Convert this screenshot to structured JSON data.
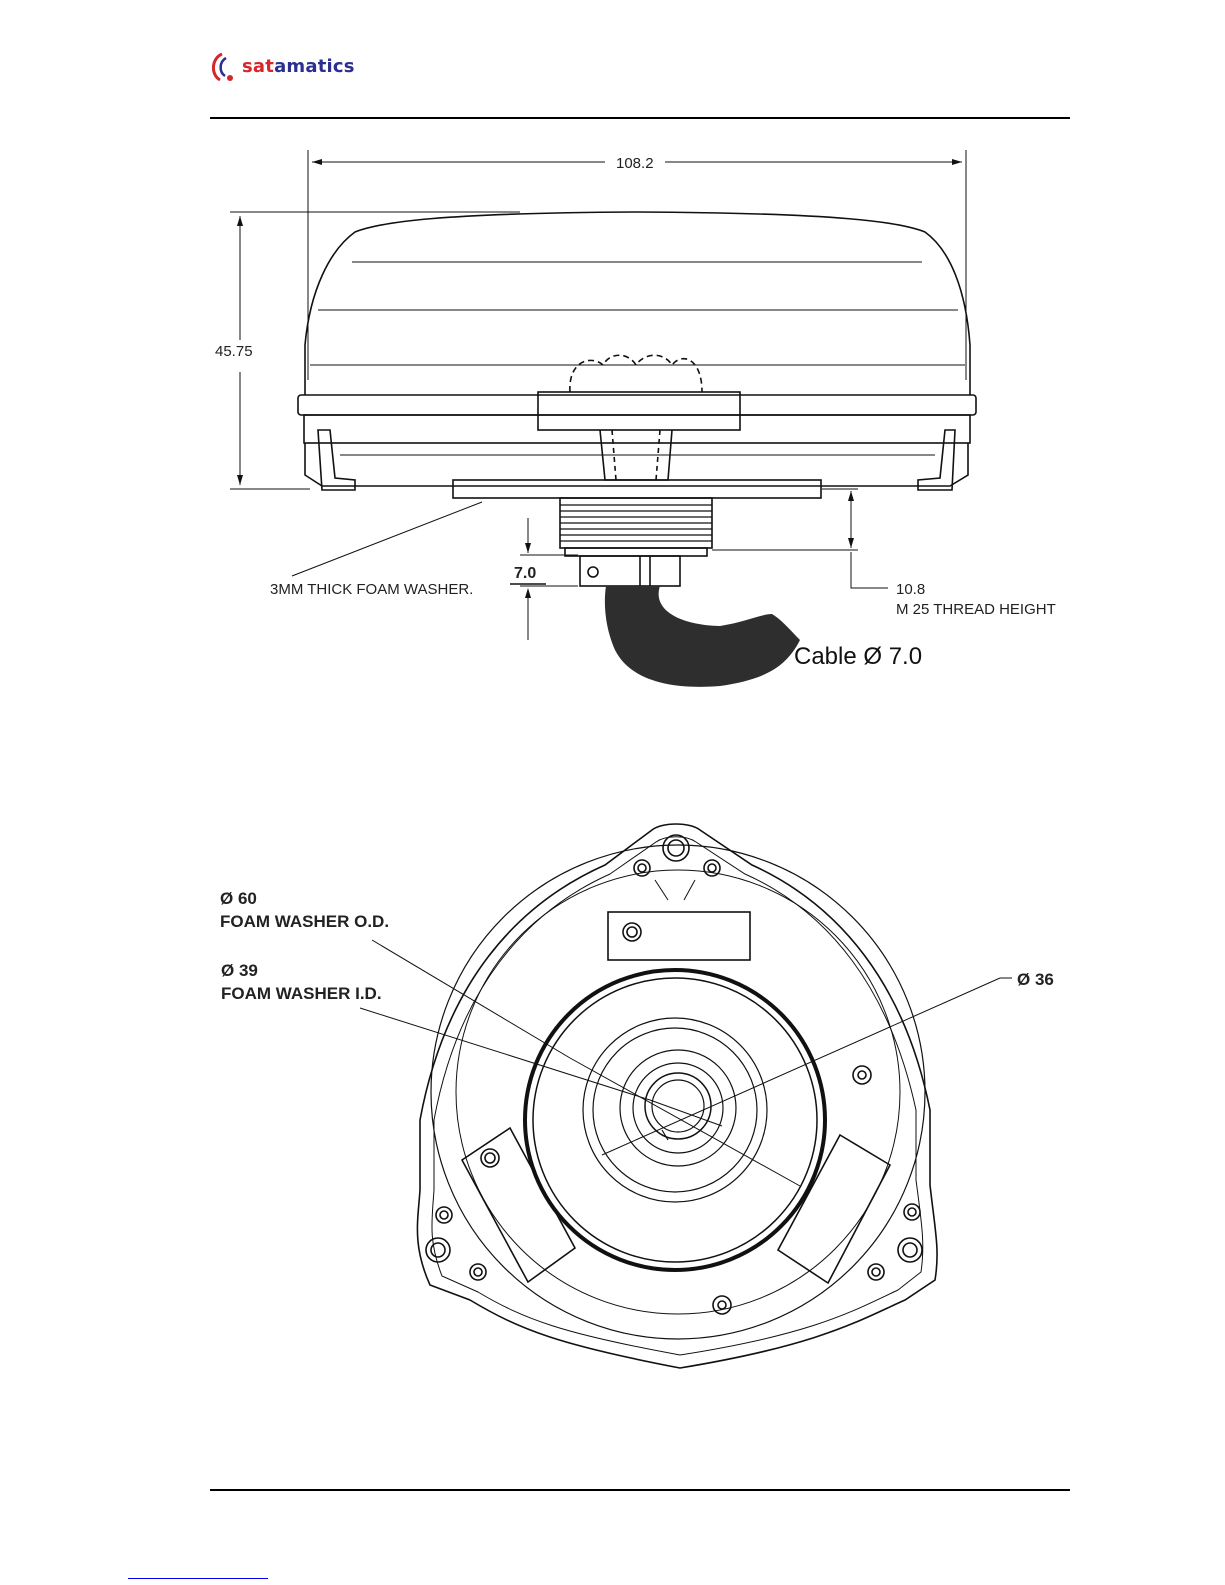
{
  "header": {
    "logo_part1": "sat",
    "logo_part2": "amatics"
  },
  "side_view": {
    "width_dim": "108.2",
    "height_dim": "45.75",
    "washer_note": "3MM THICK FOAM WASHER.",
    "nut_dim": "7.0",
    "thread_dim": "10.8",
    "thread_note": "M 25 THREAD HEIGHT",
    "cable_note": "Cable Ø 7.0"
  },
  "bottom_view": {
    "od_dim": "Ø 60",
    "od_label": "FOAM WASHER O.D.",
    "id_dim": "Ø 39",
    "id_label": "FOAM WASHER I.D.",
    "center_dim": "Ø 36"
  }
}
